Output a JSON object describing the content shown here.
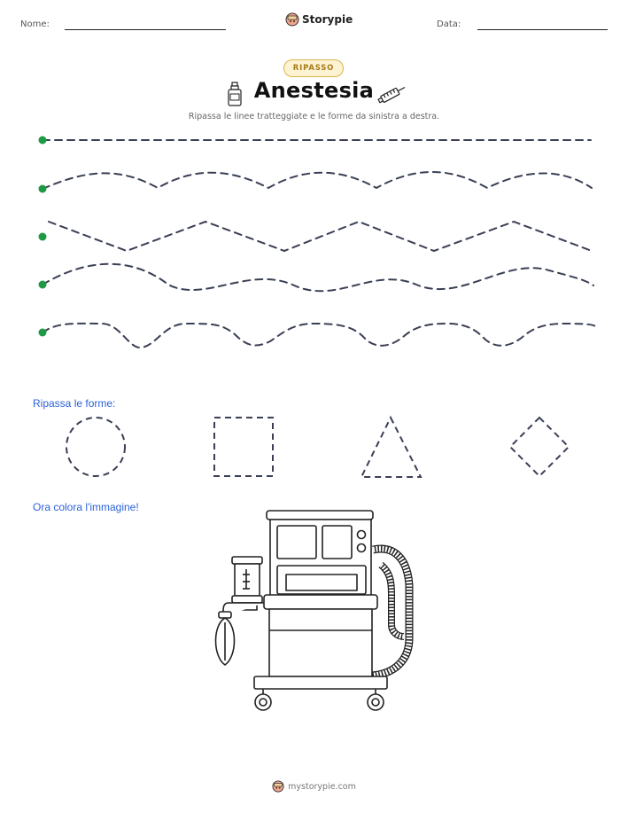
{
  "header": {
    "name_label": "Nome:",
    "date_label": "Data:",
    "brand_name": "Storypie"
  },
  "badge_label": "RIPASSO",
  "title": "Anestesia",
  "subtitle": "Ripassa le linee tratteggiate e le forme da sinistra a destra.",
  "sections": {
    "shapes_heading": "Ripassa le forme:",
    "color_heading": "Ora colora l'immagine!"
  },
  "footer": {
    "site": "mystorypie.com"
  },
  "colors": {
    "dash_stroke": "#3a3f55",
    "start_dot": "#1e9a44",
    "section_heading": "#2d62d8",
    "badge_border": "#d9b44a",
    "badge_fill": "#fdf3d3",
    "badge_text": "#a77a17"
  },
  "icons": [
    "storypie-logo-icon",
    "medicine-bottle-icon",
    "syringe-icon"
  ]
}
